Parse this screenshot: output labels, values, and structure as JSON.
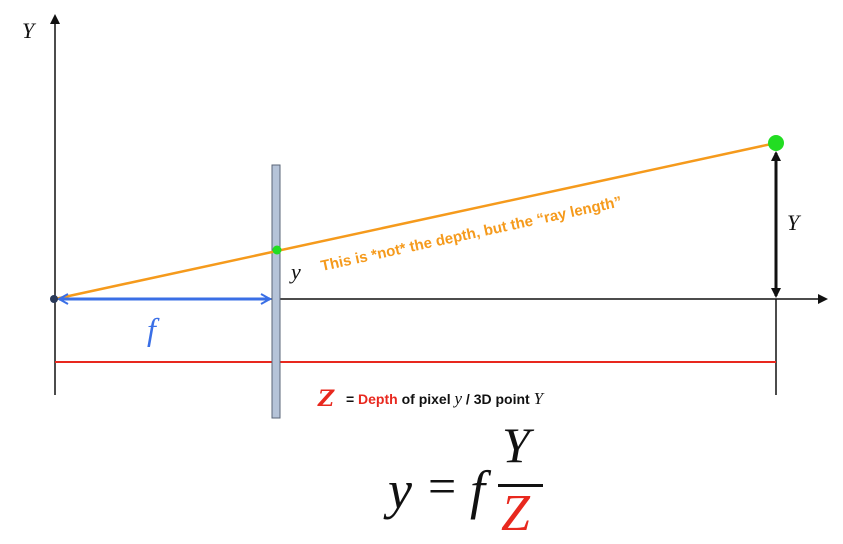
{
  "labels": {
    "y_axis": "Y",
    "height_label": "Y",
    "pixel_label": "y",
    "focal_label": "f",
    "ray_note": "This is *not* the depth, but the “ray length”"
  },
  "caption": {
    "symbol": "Z",
    "equals": " = ",
    "depth_word": "Depth",
    "of_pixel": " of pixel ",
    "pixel_var": "y",
    "slash_point": " / 3D point ",
    "point_var": "Y"
  },
  "equation": {
    "lhs": "y",
    "equals": "=",
    "f": "f",
    "numerator": "Y",
    "denominator": "Z"
  },
  "colors": {
    "ray": "#f59a1c",
    "depth_line": "#e8281e",
    "focal_arrow": "#3a6fe6",
    "point": "#22dd22",
    "image_plane": "#b5c3d8"
  }
}
